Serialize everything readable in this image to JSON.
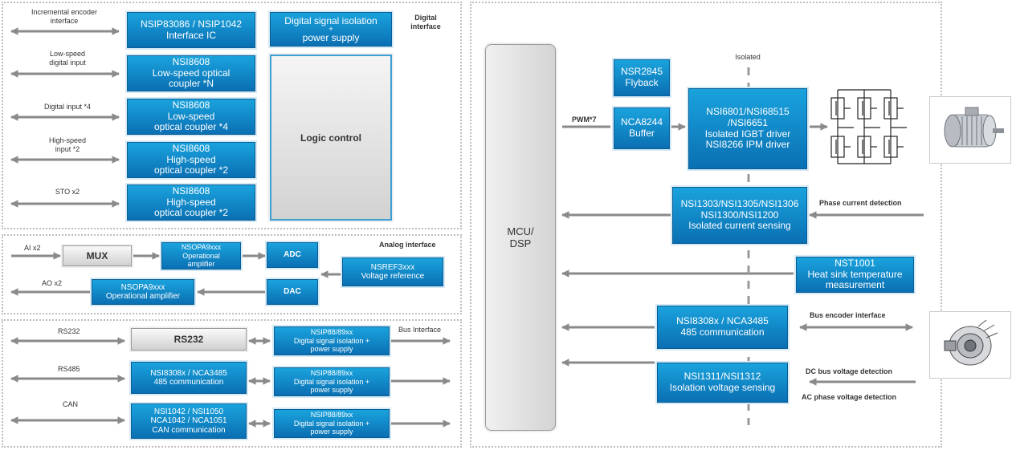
{
  "digital_interface": {
    "title": "Digital\ninterface",
    "left_labels": [
      "Incremental encoder\ninterface",
      "Low-speed\ndigital input",
      "Digital input *4",
      "High-speed\ninput *2",
      "STO x2"
    ],
    "boxes": [
      [
        "NSIP83086 / NSIP1042",
        "Interface IC"
      ],
      [
        "NSI8608",
        "Low-speed optical",
        "coupler *N"
      ],
      [
        "NSI8608",
        "Low-speed",
        "optical coupler *4"
      ],
      [
        "NSI8608",
        "High-speed",
        "optical coupler *2"
      ],
      [
        "NSI8608",
        "High-speed",
        "optical coupler *2"
      ]
    ],
    "isolation_box": [
      "Digital signal isolation",
      "+",
      "power supply"
    ],
    "logic": "Logic control"
  },
  "analog_interface": {
    "title": "Analog interface",
    "ai_label": "AI x2",
    "ao_label": "AO x2",
    "mux": "MUX",
    "opamp_top": [
      "NSOPA9xxx",
      "Operational",
      "amplifier"
    ],
    "opamp_bottom": [
      "NSOPA9xxx",
      "Operational  amplifier"
    ],
    "adc": "ADC",
    "dac": "DAC",
    "vref": [
      "NSREF3xxx",
      "Voltage reference"
    ]
  },
  "bus_interface": {
    "title": "Bus Interface",
    "labels": [
      "RS232",
      "RS485",
      "CAN"
    ],
    "rs232_box": "RS232",
    "rs485_box": [
      "NSI8308x  / NCA3485",
      "485 communication"
    ],
    "can_box": [
      "NSI1042  / NSI1050",
      "NCA1042  / NCA1051",
      "CAN  communication"
    ],
    "iso_boxes": [
      [
        "NSIP88/89xx",
        "Digital signal isolation +",
        "power supply"
      ],
      [
        "NSIP88/89xx",
        "Digital signal isolation +",
        "power supply"
      ],
      [
        "NSIP88/89xx",
        "Digital signal isolation +",
        "power supply"
      ]
    ]
  },
  "power": {
    "mcu": [
      "MCU/",
      "DSP"
    ],
    "isolated_label": "Isolated",
    "pwm_label": "PWM*7",
    "flyback": [
      "NSR2845",
      "Flyback"
    ],
    "buffer": [
      "NCA8244",
      "Buffer"
    ],
    "driver": [
      "NSI6801/NSI68515",
      "/NSI6651",
      "Isolated IGBT driver",
      "NSI8266 IPM driver"
    ],
    "current_sensing": [
      "NSI1303/NSI1305/NSI1306",
      "NSI1300/NSI1200",
      "Isolated current sensing"
    ],
    "phase_current_label": "Phase current  detection",
    "heat_sink": [
      "NST1001",
      "Heat sink temperature",
      "measurement"
    ],
    "comm485": [
      "NSI8308x / NCA3485",
      "485 communication"
    ],
    "bus_encoder_label": "Bus encoder  interface",
    "voltage_sensing": [
      "NSI1311/NSI1312",
      "Isolation voltage sensing"
    ],
    "dc_bus_label": "DC bus  voltage detection",
    "ac_phase_label": "AC phase voltage detection"
  },
  "colors": {
    "box_top": "#1aa3dd",
    "box_bottom": "#0a6fb3",
    "arrow": "#8a8a8a"
  }
}
